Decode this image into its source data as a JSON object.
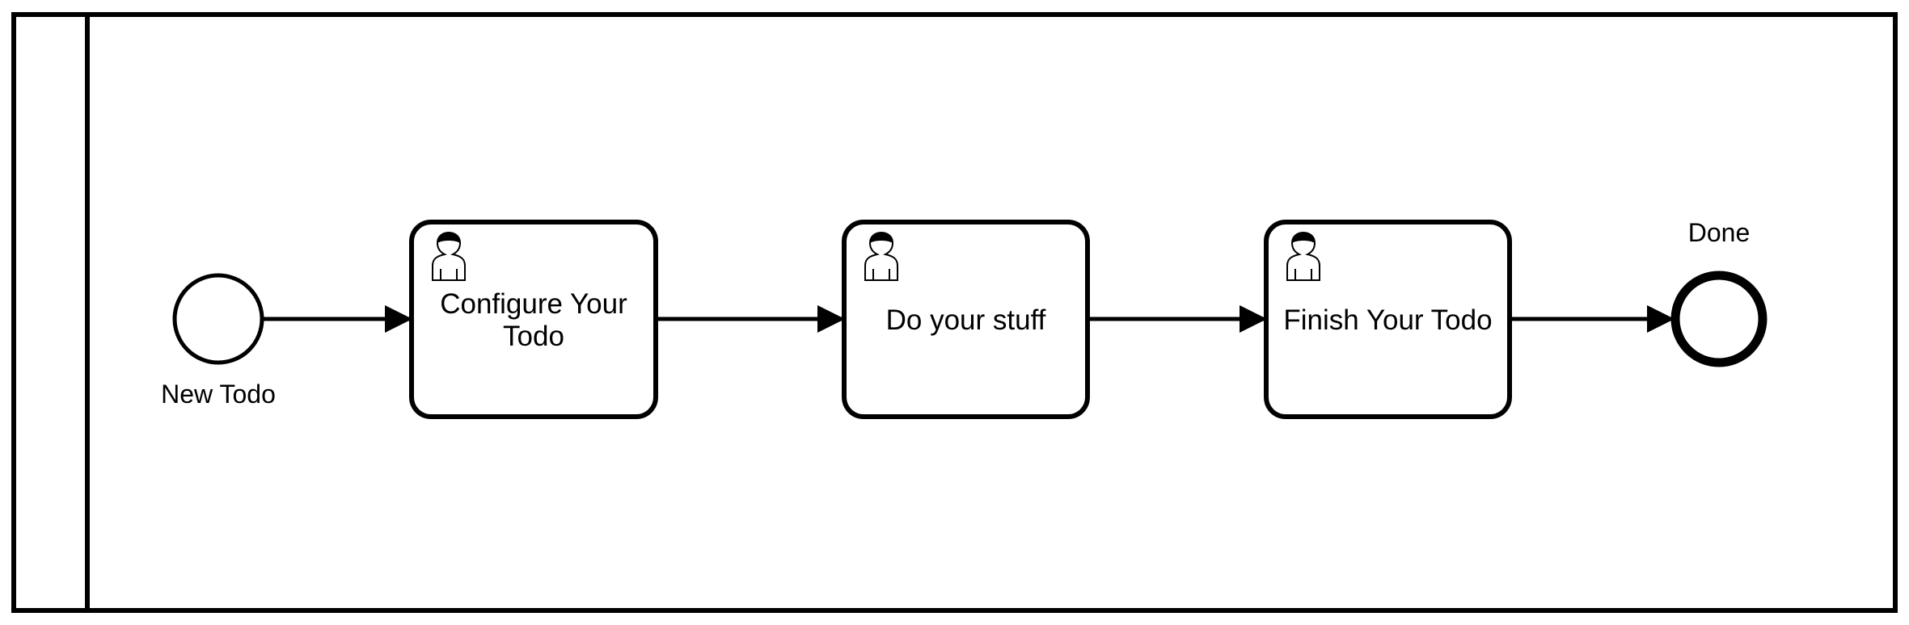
{
  "diagram": {
    "start_event": {
      "label": "New Todo"
    },
    "tasks": [
      {
        "label": "Configure Your\nTodo",
        "type": "user-task"
      },
      {
        "label": "Do your stuff",
        "type": "user-task"
      },
      {
        "label": "Finish Your Todo",
        "type": "user-task"
      }
    ],
    "end_event": {
      "label": "Done"
    }
  },
  "icons": {
    "task_icon": "user-icon"
  },
  "colors": {
    "stroke": "#000000",
    "fill": "#ffffff"
  }
}
